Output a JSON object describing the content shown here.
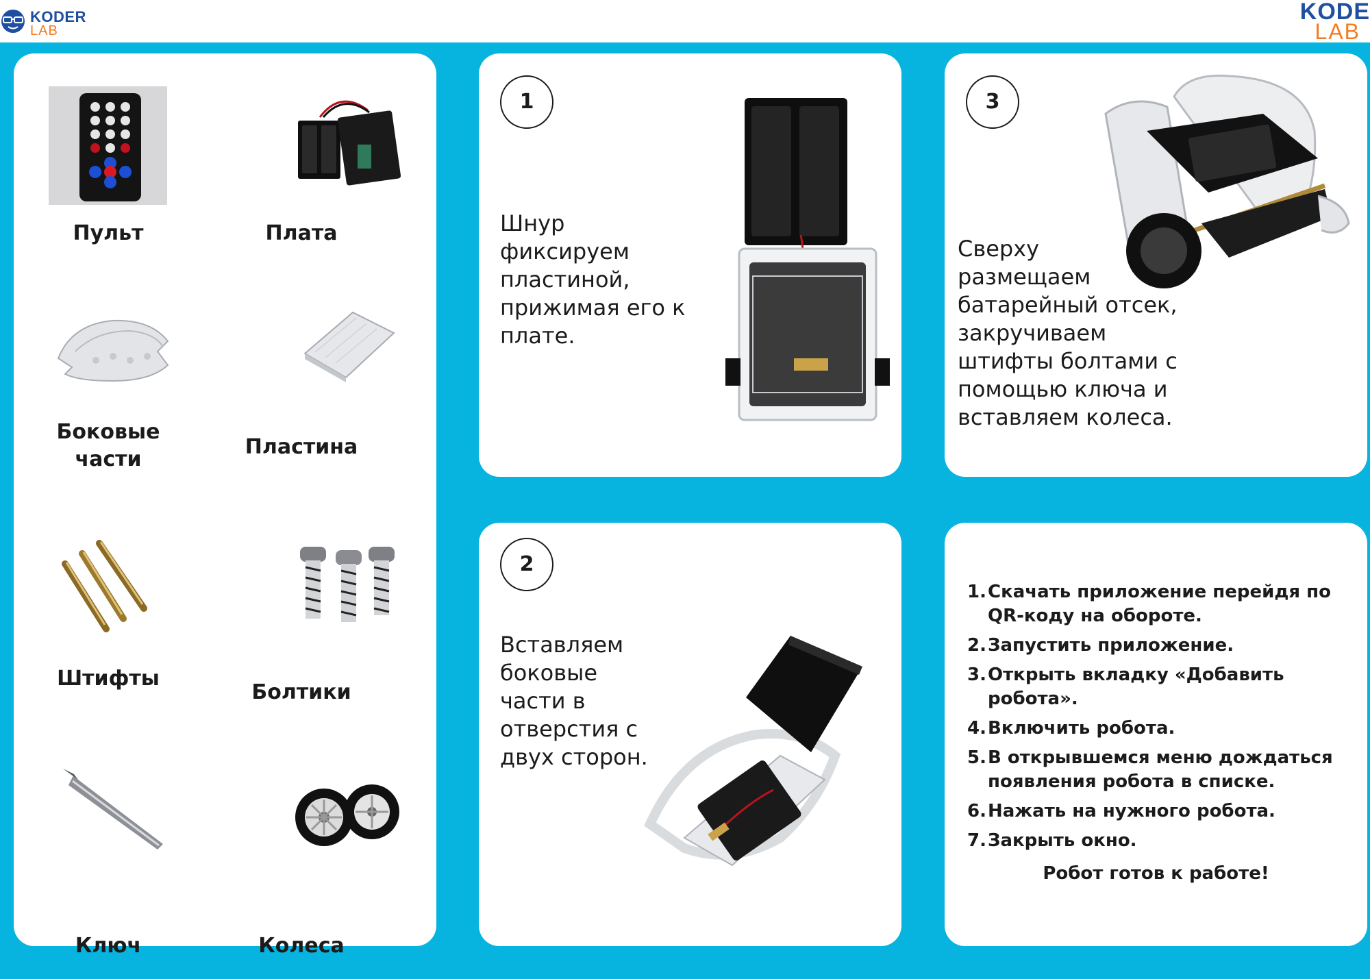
{
  "header": {
    "logo_left": {
      "word1": "KODER",
      "word2": "LAB"
    },
    "logo_right": {
      "word1": "KODE",
      "word2": "LAB"
    }
  },
  "parts": [
    {
      "label": "Пульт",
      "icon": "remote-control-icon"
    },
    {
      "label": "Плата",
      "icon": "circuit-board-icon"
    },
    {
      "label": "Боковые\nчасти",
      "icon": "side-parts-icon"
    },
    {
      "label": "Пластина",
      "icon": "plate-icon"
    },
    {
      "label": "Штифты",
      "icon": "pins-icon"
    },
    {
      "label": "Болтики",
      "icon": "bolts-icon"
    },
    {
      "label": "Ключ",
      "icon": "hex-key-icon"
    },
    {
      "label": "Колеса",
      "icon": "wheels-icon"
    }
  ],
  "steps": [
    {
      "number": "1",
      "lines": [
        "Шнур",
        "фиксируем",
        "пластиной,",
        "прижимая его к",
        "плате."
      ]
    },
    {
      "number": "2",
      "lines": [
        "Вставляем",
        "боковые",
        "части в",
        "отверстия с",
        "двух сторон."
      ]
    },
    {
      "number": "3",
      "lines": [
        "Сверху",
        "размещаем",
        "батарейный отсек,",
        "закручиваем",
        "штифты болтами с",
        "помощью ключа и",
        "вставляем колеса."
      ]
    }
  ],
  "final": {
    "items": [
      {
        "n": "1.",
        "text": "Скачать приложение перейдя по QR-коду на обороте."
      },
      {
        "n": "2.",
        "text": "Запустить приложение."
      },
      {
        "n": "3.",
        "text": "Открыть вкладку «Добавить робота»."
      },
      {
        "n": "4.",
        "text": "Включить робота."
      },
      {
        "n": "5.",
        "text": "В открывшемся меню дождаться появления робота в списке."
      },
      {
        "n": "6.",
        "text": "Нажать на нужного робота."
      },
      {
        "n": "7.",
        "text": "Закрыть окно."
      }
    ],
    "ready": "Робот готов к работе!"
  },
  "colors": {
    "background": "#06b4df",
    "brand_blue": "#1f4fa0",
    "brand_orange": "#f47b20"
  }
}
